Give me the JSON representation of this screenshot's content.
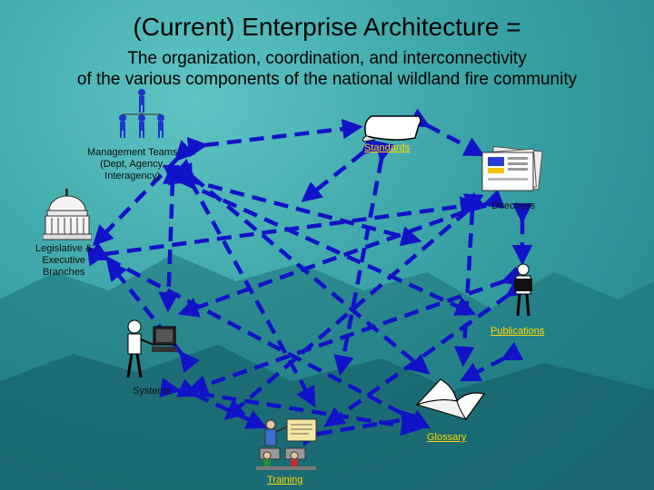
{
  "title": "(Current) Enterprise Architecture =",
  "subtitle_line1": "The organization, coordination, and interconnectivity",
  "subtitle_line2": "of the various components of the national wildland fire community",
  "nodes": {
    "management": {
      "line1": "Management Teams",
      "line2": "(Dept, Agency,",
      "line3": "Interagency)"
    },
    "standards": "Standards",
    "directives": "Directives",
    "legislative": {
      "line1": "Legislative &",
      "line2": "Executive",
      "line3": "Branches"
    },
    "publications": "Publications",
    "systems": "Systems",
    "glossary": "Glossary",
    "training": "Training"
  },
  "colors": {
    "arrow": "#1212c8",
    "link_text": "#ffd800",
    "background": "#3aa3a6"
  }
}
